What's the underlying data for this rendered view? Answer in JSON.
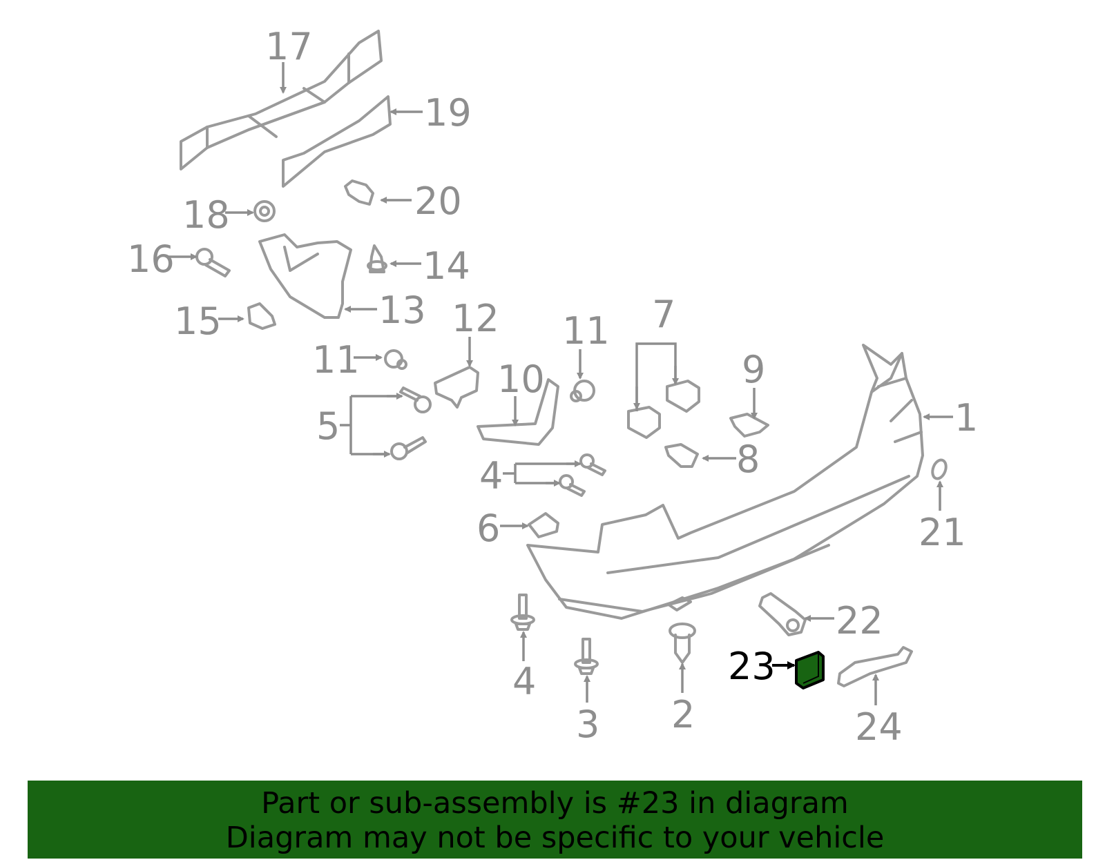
{
  "diagram": {
    "highlighted_part": "23",
    "highlight_color": "#186412",
    "callouts": [
      "17",
      "19",
      "20",
      "18",
      "16",
      "14",
      "13",
      "15",
      "12",
      "11",
      "10",
      "11",
      "7",
      "9",
      "5",
      "1",
      "8",
      "4",
      "21",
      "6",
      "22",
      "23",
      "24",
      "4",
      "3",
      "2"
    ]
  },
  "banner": {
    "line1": "Part or sub-assembly is #23 in diagram",
    "line2": "Diagram may not be specific to your vehicle",
    "background": "#186412"
  }
}
